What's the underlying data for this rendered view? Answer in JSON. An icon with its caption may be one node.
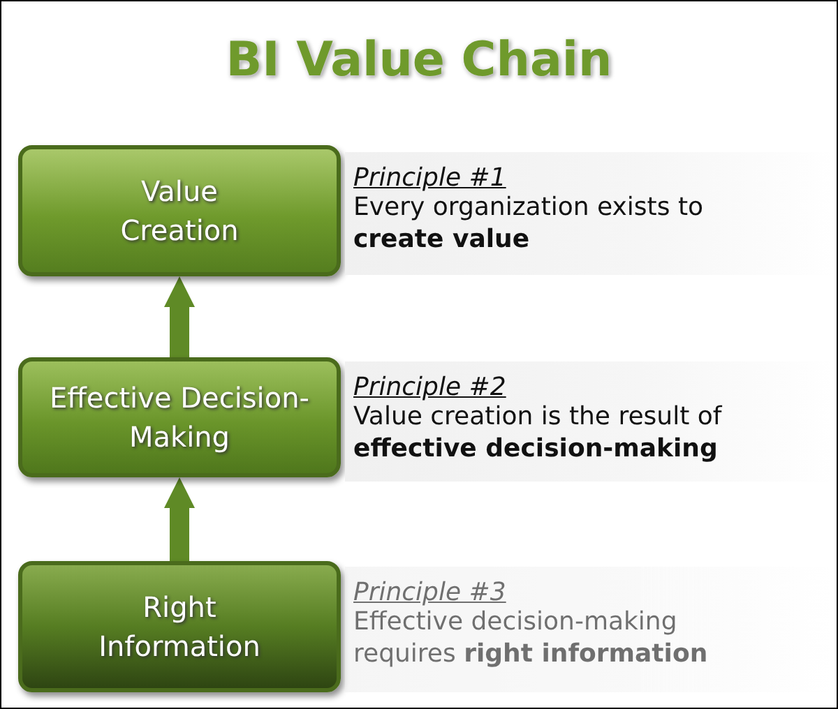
{
  "diagram": {
    "title": "BI Value Chain",
    "nodes": [
      {
        "text": [
          "Value Creation"
        ]
      },
      {
        "text": [
          "Principle #1",
          "Every organization exists to **create value**"
        ]
      },
      {
        "text": [
          "Effective Decision-Making"
        ]
      },
      {
        "text": [
          "Principle #2",
          "Value creation is the result of **effective decision-making**"
        ]
      },
      {
        "text": [
          "Right Information"
        ]
      },
      {
        "text": [
          "Principle #3",
          "Effective decision-making requires **right information**"
        ]
      }
    ],
    "edges": [
      {
        "from": 4,
        "to": 2,
        "arrow": "to"
      },
      {
        "from": 2,
        "to": 0,
        "arrow": "to"
      }
    ]
  }
}
